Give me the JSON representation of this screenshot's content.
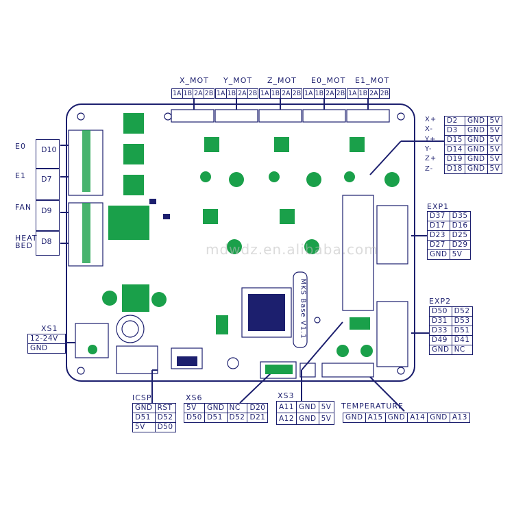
{
  "board_name": "MKS Base V1.1",
  "watermark": "mdwdz.en.alibaba.com",
  "colors": {
    "line": "#1c1f6e",
    "component": "#1aa04a"
  },
  "motors": [
    {
      "label": "X_MOT",
      "pins": [
        "1A",
        "1B",
        "2A",
        "2B"
      ]
    },
    {
      "label": "Y_MOT",
      "pins": [
        "1A",
        "1B",
        "2A",
        "2B"
      ]
    },
    {
      "label": "Z_MOT",
      "pins": [
        "1A",
        "1B",
        "2A",
        "2B"
      ]
    },
    {
      "label": "E0_MOT",
      "pins": [
        "1A",
        "1B",
        "2A",
        "2B"
      ]
    },
    {
      "label": "E1_MOT",
      "pins": [
        "1A",
        "1B",
        "2A",
        "2B"
      ]
    }
  ],
  "endstops": {
    "labels": [
      "X+",
      "X-",
      "Y+",
      "Y-",
      "Z+",
      "Z-"
    ],
    "rows": [
      [
        "D2",
        "GND",
        "5V"
      ],
      [
        "D3",
        "GND",
        "5V"
      ],
      [
        "D15",
        "GND",
        "5V"
      ],
      [
        "D14",
        "GND",
        "5V"
      ],
      [
        "D19",
        "GND",
        "5V"
      ],
      [
        "D18",
        "GND",
        "5V"
      ]
    ]
  },
  "exp1": {
    "label": "EXP1",
    "rows": [
      [
        "D37",
        "D35"
      ],
      [
        "D17",
        "D16"
      ],
      [
        "D23",
        "D25"
      ],
      [
        "D27",
        "D29"
      ],
      [
        "GND",
        "5V"
      ]
    ]
  },
  "exp2": {
    "label": "EXP2",
    "rows": [
      [
        "D50",
        "D52"
      ],
      [
        "D31",
        "D53"
      ],
      [
        "D33",
        "D51"
      ],
      [
        "D49",
        "D41"
      ],
      [
        "GND",
        "NC"
      ]
    ]
  },
  "outputs": [
    {
      "label": "E0",
      "pin": "D10"
    },
    {
      "label": "E1",
      "pin": "D7"
    },
    {
      "label": "FAN",
      "pin": "D9"
    },
    {
      "label": "HEAT BED",
      "pin": "D8"
    }
  ],
  "xs1": {
    "label": "XS1",
    "rows": [
      [
        "12-24V"
      ],
      [
        "GND"
      ]
    ]
  },
  "icsp": {
    "label": "ICSP",
    "rows": [
      [
        "GND",
        "RST"
      ],
      [
        "D51",
        "D52"
      ],
      [
        "5V",
        "D50"
      ]
    ]
  },
  "xs6": {
    "label": "XS6",
    "rows": [
      [
        "5V",
        "GND",
        "NC",
        "D20"
      ],
      [
        "D50",
        "D51",
        "D52",
        "D21"
      ]
    ]
  },
  "xs3": {
    "label": "XS3",
    "rows": [
      [
        "A11",
        "GND",
        "5V"
      ],
      [
        "A12",
        "GND",
        "5V"
      ]
    ]
  },
  "temperature": {
    "label": "TEMPERATURE",
    "rows": [
      [
        "GND",
        "A15",
        "GND",
        "A14",
        "GND",
        "A13"
      ]
    ]
  }
}
